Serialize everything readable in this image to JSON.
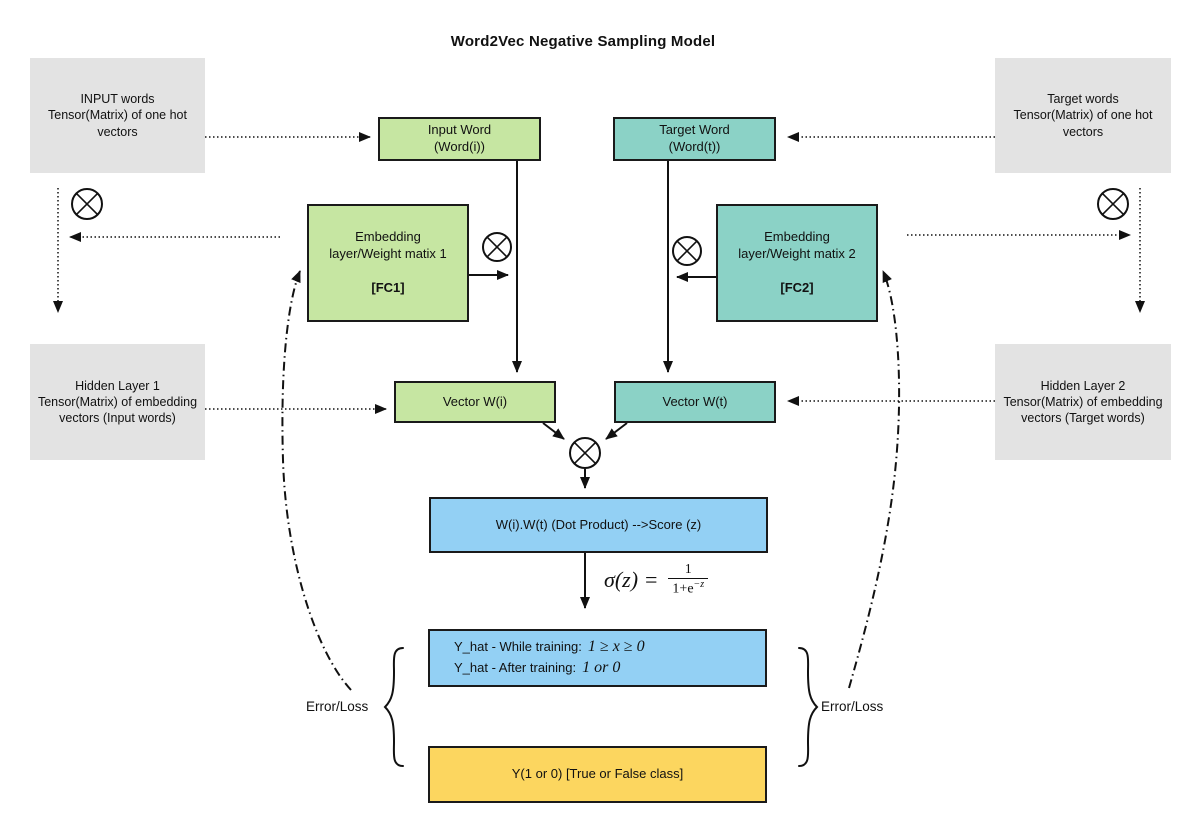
{
  "title": "Word2Vec Negative Sampling Model",
  "nodes": {
    "input_note": "INPUT words\nTensor(Matrix) of one hot\nvectors",
    "target_note": "Target words\nTensor(Matrix) of one hot\nvectors",
    "input_word": "Input Word\n(Word(i))",
    "target_word": "Target Word\n(Word(t))",
    "embedding1": {
      "label": "Embedding\nlayer/Weight matix 1",
      "tag": "[FC1]"
    },
    "embedding2": {
      "label": "Embedding\nlayer/Weight matix 2",
      "tag": "[FC2]"
    },
    "hidden1": "Hidden Layer 1\nTensor(Matrix) of embedding\nvectors (Input words)",
    "hidden2": "Hidden Layer 2\nTensor(Matrix) of embedding\nvectors (Target words)",
    "vector_wi": "Vector W(i)",
    "vector_wt": "Vector W(t)",
    "dot_product": "W(i).W(t) (Dot Product) -->Score (z)",
    "yhat": {
      "line1_label": "Y_hat - While training:",
      "line1_math": "1 ≥ x ≥ 0",
      "line2_label": "Y_hat - After training:",
      "line2_math": "1 or 0"
    },
    "y_true": "Y(1 or 0) [True or False class]"
  },
  "formula": {
    "lhs": "σ(z) =",
    "numerator": "1",
    "den_base": "1+e",
    "den_exp": "−z"
  },
  "labels": {
    "error_loss_left": "Error/Loss",
    "error_loss_right": "Error/Loss"
  },
  "colors": {
    "green": "#c6e6a2",
    "teal": "#8bd2c6",
    "blue": "#93d0f4",
    "yellow": "#fcd65f",
    "gray": "#e3e3e3",
    "stroke": "#1a1a1a"
  }
}
